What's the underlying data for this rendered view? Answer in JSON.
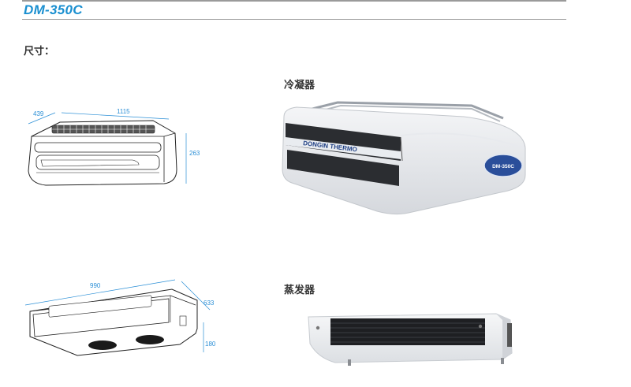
{
  "header": {
    "model": "DM-350C"
  },
  "dimensions_label": "尺寸：",
  "condenser": {
    "label": "冷凝器",
    "dims": {
      "depth": "439",
      "width": "1115",
      "height": "263"
    },
    "photo": {
      "brand": "DONGIN THERMO",
      "badge_model": "DM-350C"
    }
  },
  "evaporator": {
    "label": "蒸发器",
    "dims": {
      "width": "990",
      "depth": "633",
      "height": "180"
    }
  },
  "colors": {
    "accent": "#1a8fd0",
    "dimension_line": "#2b8fd6",
    "rule": "#9a9a9a"
  }
}
